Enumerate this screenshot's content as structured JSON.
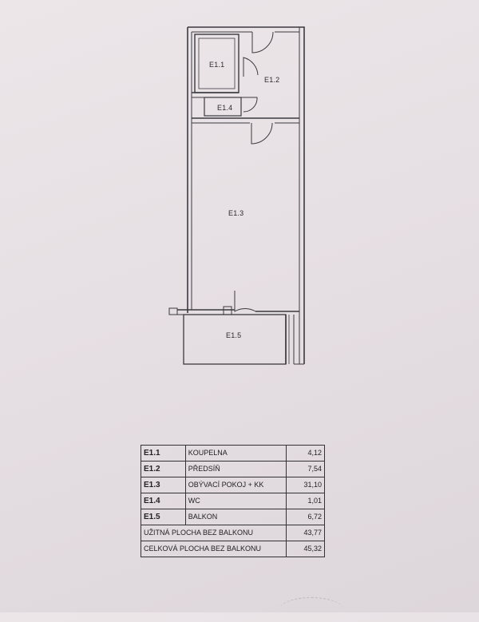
{
  "rooms": [
    {
      "code": "E1.1",
      "name": "KOUPELNA",
      "area": "4,12"
    },
    {
      "code": "E1.2",
      "name": "PŘEDSÍŇ",
      "area": "7,54"
    },
    {
      "code": "E1.3",
      "name": "OBÝVACÍ POKOJ + KK",
      "area": "31,10"
    },
    {
      "code": "E1.4",
      "name": "WC",
      "area": "1,01"
    },
    {
      "code": "E1.5",
      "name": "BALKON",
      "area": "6,72"
    }
  ],
  "totals": [
    {
      "label": "UŽITNÁ PLOCHA BEZ BALKONU",
      "value": "43,77"
    },
    {
      "label": "CELKOVÁ PLOCHA BEZ BALKONU",
      "value": "45,32"
    }
  ]
}
